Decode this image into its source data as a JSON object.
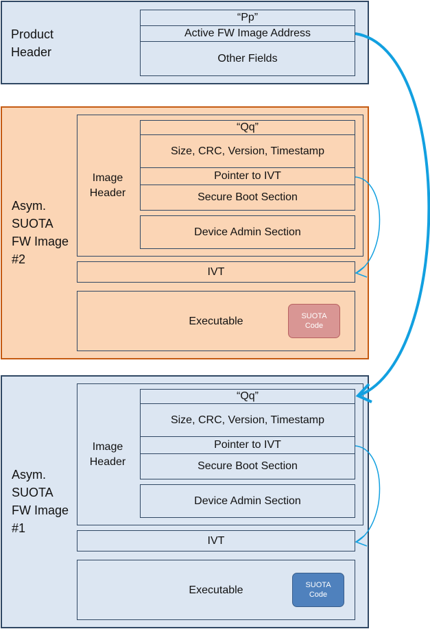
{
  "product_header": {
    "label": "Product Header",
    "fields": [
      "“Pp”",
      "Active FW Image Address",
      "Other Fields"
    ]
  },
  "image2": {
    "label": [
      "Asym.",
      "SUOTA",
      "FW Image",
      "#2"
    ],
    "header_label": [
      "Image",
      "Header"
    ],
    "fields": [
      "“Qq”",
      "Size, CRC, Version, Timestamp",
      "Pointer to IVT",
      "Secure Boot Section",
      "Device Admin Section"
    ],
    "ivt": "IVT",
    "executable": "Executable",
    "badge": [
      "SUOTA",
      "Code"
    ]
  },
  "image1": {
    "label": [
      "Asym.",
      "SUOTA",
      "FW Image",
      "#1"
    ],
    "header_label": [
      "Image",
      "Header"
    ],
    "fields": [
      "“Qq”",
      "Size, CRC, Version, Timestamp",
      "Pointer to IVT",
      "Secure Boot Section",
      "Device Admin Section"
    ],
    "ivt": "IVT",
    "executable": "Executable",
    "badge": [
      "SUOTA",
      "Code"
    ]
  },
  "colors": {
    "blue_fill": "#dce6f2",
    "peach_fill": "#fbd5b5",
    "border": "#2f4763",
    "arrow": "#12a0e0",
    "badge_red": "#d99694",
    "badge_blue": "#4f81bd"
  }
}
